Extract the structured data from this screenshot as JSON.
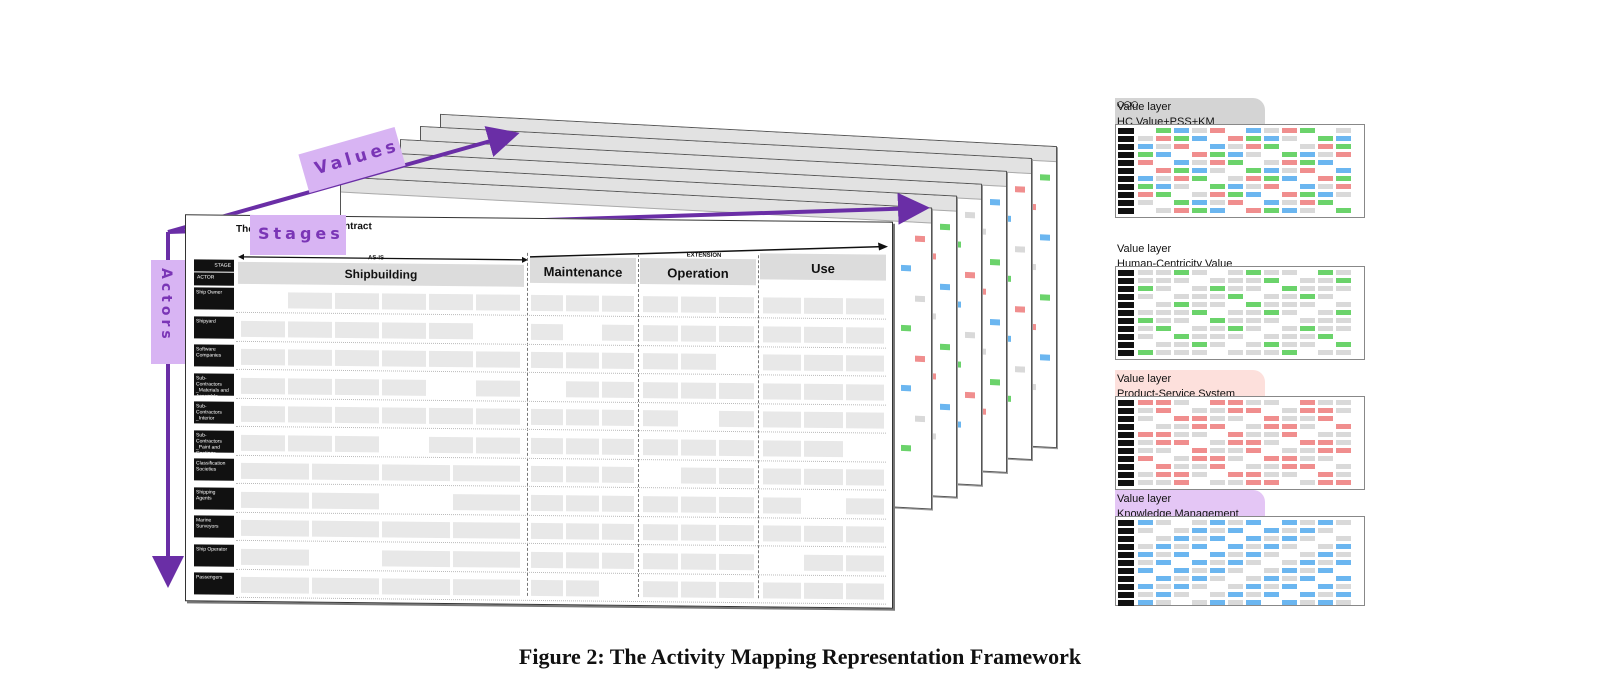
{
  "axes": {
    "values_label": "Values",
    "stages_label": "Stages",
    "actors_label": "Actors"
  },
  "front_sheet": {
    "title_fragment": "The",
    "title_fragment_2": "ntract",
    "stage_header": "STAGE",
    "actor_header": "ACTOR",
    "as_is": "AS-IS",
    "extension": "EXTENSION",
    "stages": [
      "Shipbuilding",
      "Maintenance",
      "Operation",
      "Use"
    ],
    "actors": [
      "Ship Owner",
      "Shipyard",
      "Software Companies",
      "Sub-Contractors _Materials and Assemble",
      "Sub-Contractors _Interior",
      "Sub-Contractors _Paint and Coatings",
      "Classification Societies",
      "Shipping Agents",
      "Marine Surveyors",
      "Ship Operator",
      "Passengers"
    ]
  },
  "panels": [
    {
      "line1": "Value layer",
      "line2": "HC Value+PSS+KM",
      "tab_color": "#d4d4d4"
    },
    {
      "line1": "Value layer",
      "line2": "Human-Centricity Value",
      "tab_color": "#ffffff"
    },
    {
      "line1": "Value layer",
      "line2": "Product-Service System",
      "tab_color": "#fde0dc"
    },
    {
      "line1": "Value layer",
      "line2": "Knowledge Management",
      "tab_color": "#e4c6f5"
    }
  ],
  "caption": "Figure 2: The Activity Mapping Representation Framework",
  "colors": {
    "axis_purple": "#6a2ea6",
    "tag_purple": "#d8b4f3",
    "green": "#6bd36b",
    "red": "#f08e8e",
    "blue": "#6bb6f0"
  }
}
